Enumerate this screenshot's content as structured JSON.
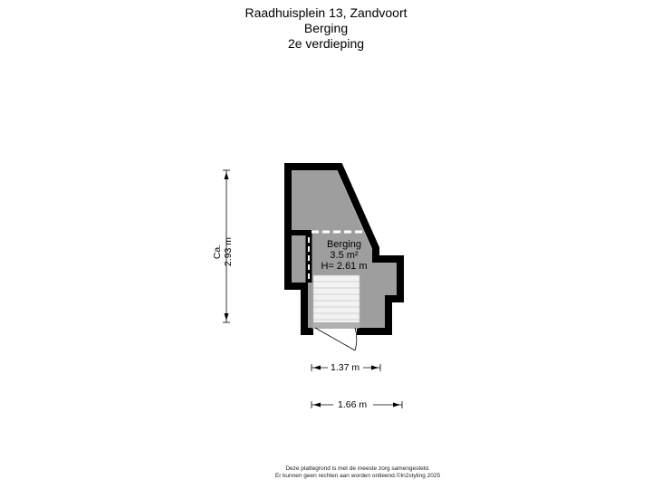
{
  "header": {
    "address": "Raadhuisplein 13, Zandvoort",
    "space": "Berging",
    "floor": "2e verdieping"
  },
  "room": {
    "name": "Berging",
    "area": "3.5 m²",
    "height": "H= 2.61 m"
  },
  "dimensions": {
    "vertical_prefix": "Ca.",
    "vertical_value": "2.93 m",
    "inner_width": "1.37 m",
    "outer_width": "1.66 m"
  },
  "footer": {
    "line1": "Deze plattegrond is met de meeste zorg samengesteld.",
    "line2": "Er kunnen geen rechten aan worden ontleend.©In2styling 2025"
  },
  "colors": {
    "wall": "#000000",
    "floor": "#9e9e9e",
    "stair": "#f2f2f2"
  }
}
